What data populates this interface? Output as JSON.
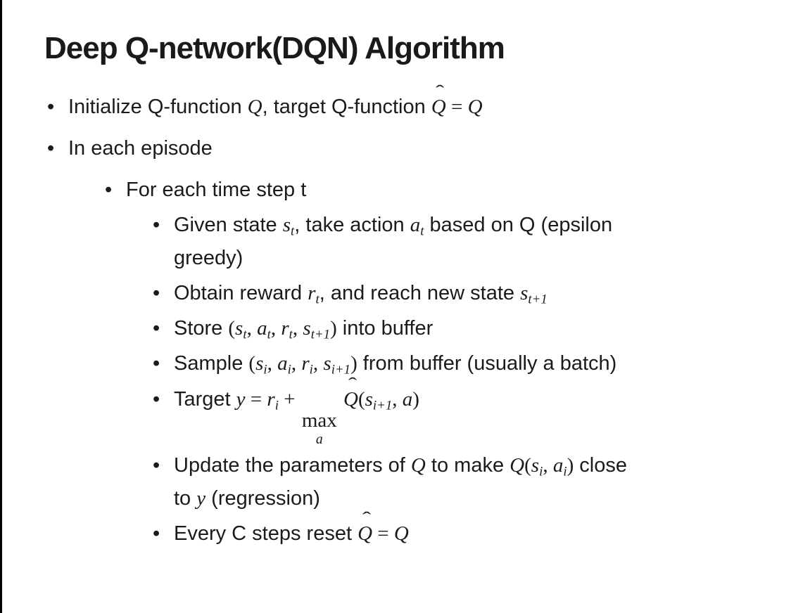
{
  "slide": {
    "title": "Deep Q-network(DQN) Algorithm",
    "bullet_glyph": "•",
    "colors": {
      "background": "#ffffff",
      "text": "#1a1a1a",
      "left_border": "#000000"
    },
    "bullets": [
      {
        "level": 1,
        "segs": [
          {
            "k": "txt",
            "t": "Initialize Q-function "
          },
          {
            "k": "var",
            "t": "Q"
          },
          {
            "k": "txt",
            "t": ", target Q-function "
          },
          {
            "k": "hat",
            "t": "Q"
          },
          {
            "k": "m",
            "t": " = "
          },
          {
            "k": "var",
            "t": "Q"
          }
        ]
      },
      {
        "level": 1,
        "segs": [
          {
            "k": "txt",
            "t": "In each episode"
          }
        ]
      },
      {
        "level": 2,
        "segs": [
          {
            "k": "txt",
            "t": "For each time step t"
          }
        ]
      },
      {
        "level": 3,
        "segs": [
          {
            "k": "txt",
            "t": "Given state "
          },
          {
            "k": "var",
            "t": "s"
          },
          {
            "k": "sub",
            "t": "t"
          },
          {
            "k": "txt",
            "t": ", take action "
          },
          {
            "k": "var",
            "t": "a"
          },
          {
            "k": "sub",
            "t": "t"
          },
          {
            "k": "txt",
            "t": " based on Q (epsilon"
          },
          {
            "k": "br"
          },
          {
            "k": "txt",
            "t": "greedy)"
          }
        ]
      },
      {
        "level": 3,
        "segs": [
          {
            "k": "txt",
            "t": "Obtain reward "
          },
          {
            "k": "var",
            "t": "r"
          },
          {
            "k": "sub",
            "t": "t"
          },
          {
            "k": "txt",
            "t": ", and reach new state "
          },
          {
            "k": "var",
            "t": "s"
          },
          {
            "k": "sub",
            "t": "t+1"
          }
        ]
      },
      {
        "level": 3,
        "segs": [
          {
            "k": "txt",
            "t": "Store "
          },
          {
            "k": "m",
            "t": "("
          },
          {
            "k": "var",
            "t": "s"
          },
          {
            "k": "sub",
            "t": "t"
          },
          {
            "k": "m",
            "t": ", "
          },
          {
            "k": "var",
            "t": "a"
          },
          {
            "k": "sub",
            "t": "t"
          },
          {
            "k": "m",
            "t": ", "
          },
          {
            "k": "var",
            "t": "r"
          },
          {
            "k": "sub",
            "t": "t"
          },
          {
            "k": "m",
            "t": ", "
          },
          {
            "k": "var",
            "t": "s"
          },
          {
            "k": "sub",
            "t": "t+1"
          },
          {
            "k": "m",
            "t": ")"
          },
          {
            "k": "txt",
            "t": " into buffer"
          }
        ]
      },
      {
        "level": 3,
        "segs": [
          {
            "k": "txt",
            "t": "Sample "
          },
          {
            "k": "m",
            "t": "("
          },
          {
            "k": "var",
            "t": "s"
          },
          {
            "k": "sub",
            "t": "i"
          },
          {
            "k": "m",
            "t": ", "
          },
          {
            "k": "var",
            "t": "a"
          },
          {
            "k": "sub",
            "t": "i"
          },
          {
            "k": "m",
            "t": ", "
          },
          {
            "k": "var",
            "t": "r"
          },
          {
            "k": "sub",
            "t": "i"
          },
          {
            "k": "m",
            "t": ", "
          },
          {
            "k": "var",
            "t": "s"
          },
          {
            "k": "sub",
            "t": "i+1"
          },
          {
            "k": "m",
            "t": ")"
          },
          {
            "k": "txt",
            "t": " from buffer (usually a batch)"
          }
        ]
      },
      {
        "level": 3,
        "segs": [
          {
            "k": "txt",
            "t": "Target "
          },
          {
            "k": "var",
            "t": "y"
          },
          {
            "k": "m",
            "t": " = "
          },
          {
            "k": "var",
            "t": "r"
          },
          {
            "k": "sub",
            "t": "i"
          },
          {
            "k": "m",
            "t": " + "
          },
          {
            "k": "maxu",
            "t": "max",
            "u": "a"
          },
          {
            "k": "m",
            "t": " "
          },
          {
            "k": "hat",
            "t": "Q"
          },
          {
            "k": "m",
            "t": "("
          },
          {
            "k": "var",
            "t": "s"
          },
          {
            "k": "sub",
            "t": "i+1"
          },
          {
            "k": "m",
            "t": ", "
          },
          {
            "k": "var",
            "t": "a"
          },
          {
            "k": "m",
            "t": ")"
          }
        ]
      },
      {
        "level": 3,
        "segs": [
          {
            "k": "txt",
            "t": "Update the parameters of "
          },
          {
            "k": "var",
            "t": "Q"
          },
          {
            "k": "txt",
            "t": " to make "
          },
          {
            "k": "var",
            "t": "Q"
          },
          {
            "k": "m",
            "t": "("
          },
          {
            "k": "var",
            "t": "s"
          },
          {
            "k": "sub",
            "t": "i"
          },
          {
            "k": "m",
            "t": ", "
          },
          {
            "k": "var",
            "t": "a"
          },
          {
            "k": "sub",
            "t": "i"
          },
          {
            "k": "m",
            "t": ")"
          },
          {
            "k": "txt",
            "t": " close"
          },
          {
            "k": "br"
          },
          {
            "k": "txt",
            "t": "to "
          },
          {
            "k": "var",
            "t": "y"
          },
          {
            "k": "txt",
            "t": " (regression)"
          }
        ]
      },
      {
        "level": 3,
        "segs": [
          {
            "k": "txt",
            "t": "Every C steps reset "
          },
          {
            "k": "hat",
            "t": "Q"
          },
          {
            "k": "m",
            "t": " = "
          },
          {
            "k": "var",
            "t": "Q"
          }
        ]
      }
    ]
  }
}
